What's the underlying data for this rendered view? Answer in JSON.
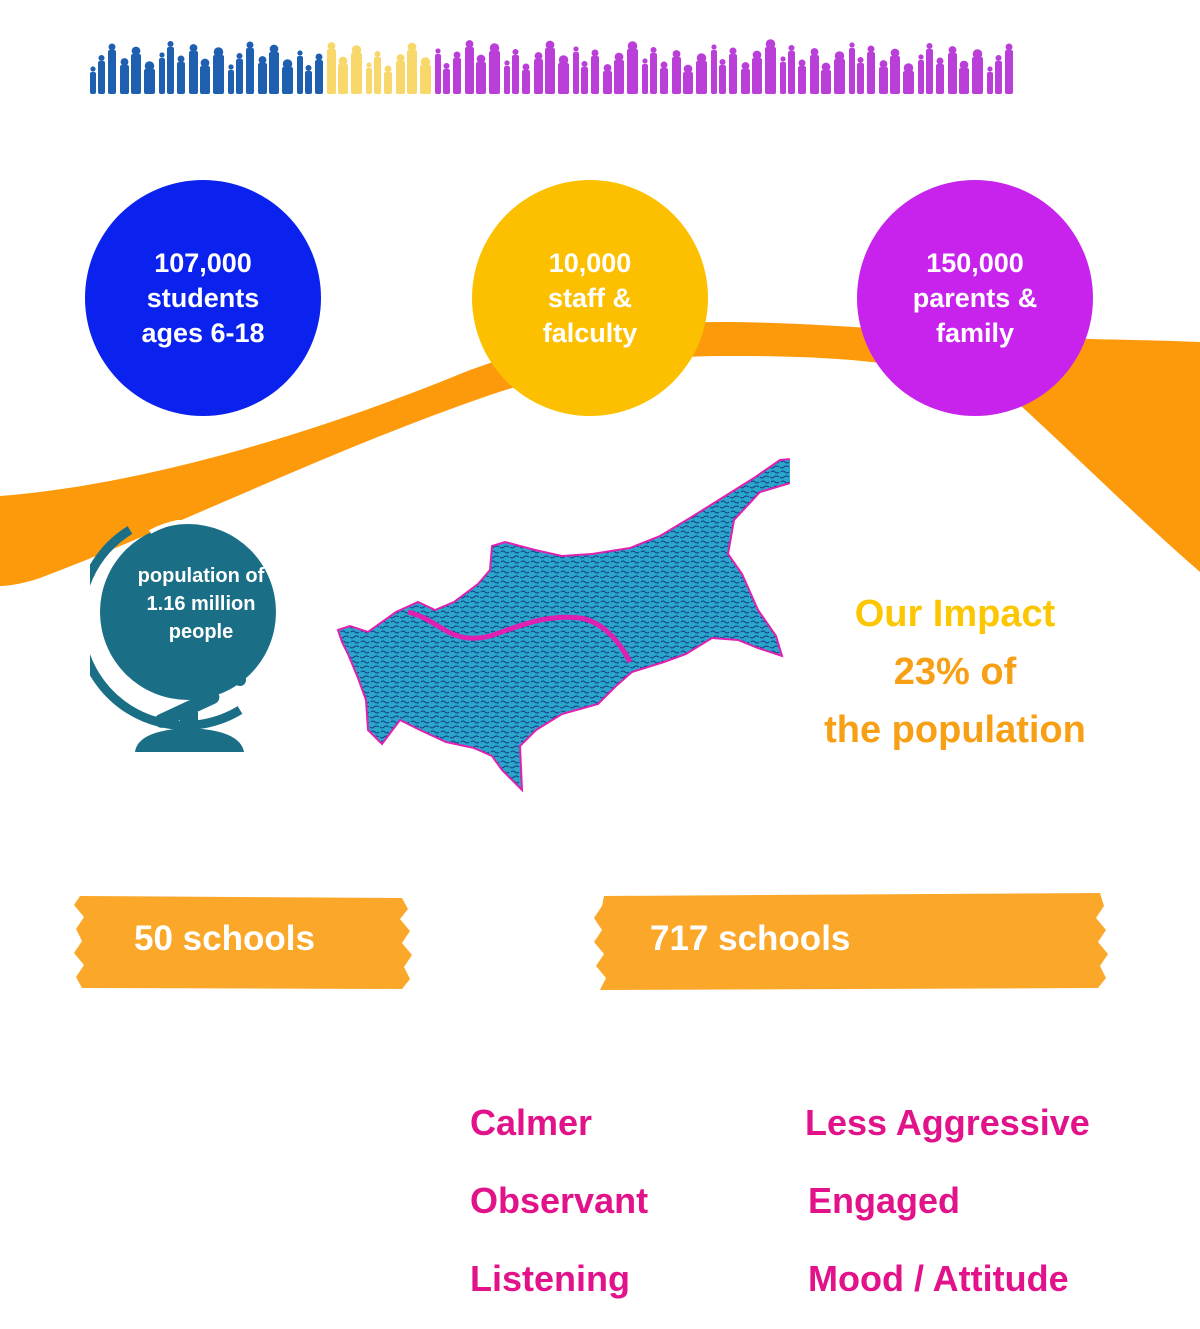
{
  "stats": {
    "students": {
      "line1": "107,000",
      "line2": "students",
      "line3": "ages 6-18",
      "color": "#0b22ee"
    },
    "staff": {
      "line1": "10,000",
      "line2": "staff &",
      "line3": "falculty",
      "color": "#fcc000"
    },
    "parents": {
      "line1": "150,000",
      "line2": "parents &",
      "line3": "family",
      "color": "#c823ec"
    }
  },
  "globe": {
    "line1": "population of",
    "line2": "1.16 million",
    "line3": "people",
    "color": "#1a6f86"
  },
  "impact": {
    "title": "Our Impact",
    "line1": "23% of",
    "line2": "the population"
  },
  "schools": {
    "left": "50 schools",
    "right": "717 schools",
    "tape_color": "#fba82a"
  },
  "effects": {
    "left": [
      "Calmer",
      "Observant",
      "Listening"
    ],
    "right": [
      "Less Aggressive",
      "Engaged",
      "Mood / Attitude"
    ]
  },
  "colors": {
    "wave": "#fd9a0c",
    "people_blue": "#1e5fb0",
    "people_yellow": "#f8d86a",
    "people_purple": "#b93fd8",
    "map_fill": "#2aa6c9",
    "map_border": "#e020b0",
    "effects_text": "#e1128a"
  },
  "icons": {
    "people": "people-silhouettes-icon",
    "globe": "globe-icon",
    "map": "cyprus-map-icon"
  }
}
